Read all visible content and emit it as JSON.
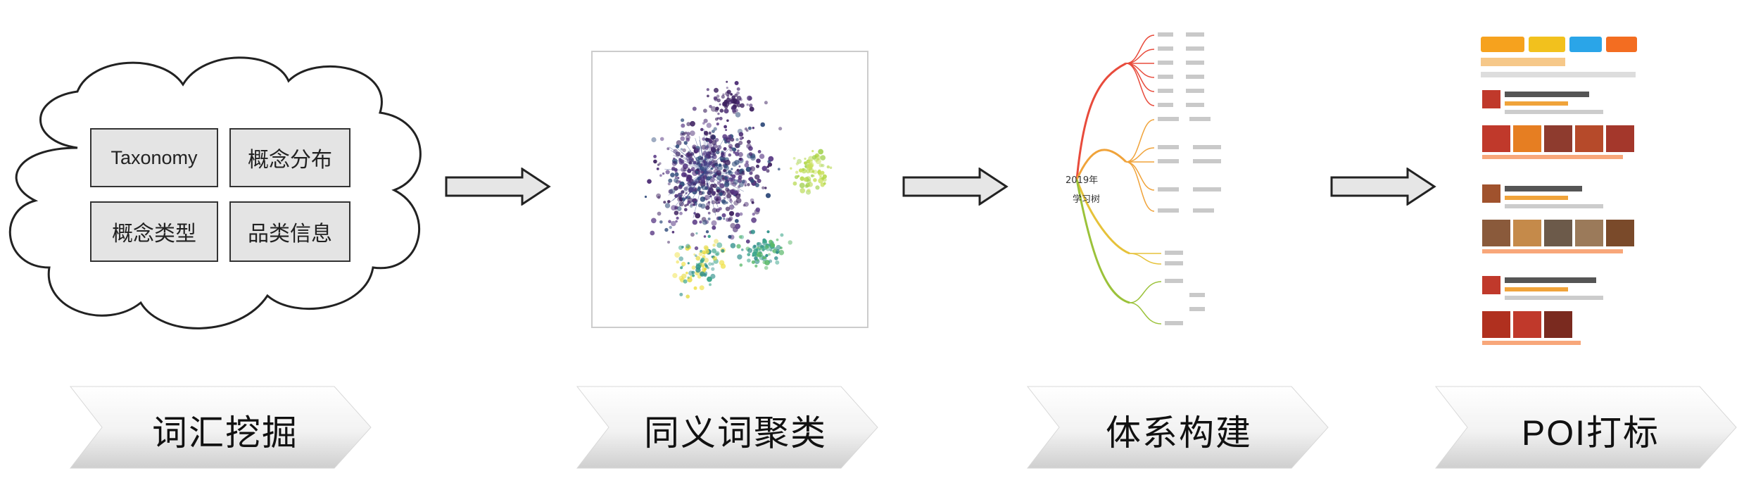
{
  "cloud": {
    "items": [
      "Taxonomy",
      "概念分布",
      "概念类型",
      "品类信息"
    ]
  },
  "steps": [
    "词汇挖掘",
    "同义词聚类",
    "体系构建",
    "POI打标"
  ],
  "mindmap": {
    "root_year": "2019年",
    "root_title": "学习树"
  },
  "colors": {
    "arrow_fill": "#e6e6e6",
    "arrow_stroke": "#222222",
    "chevron_light": "#ffffff",
    "chevron_dark": "#d0d0d0"
  },
  "icons": [
    "cloud-shape",
    "right-arrow-icon",
    "chevron-step-banner"
  ]
}
